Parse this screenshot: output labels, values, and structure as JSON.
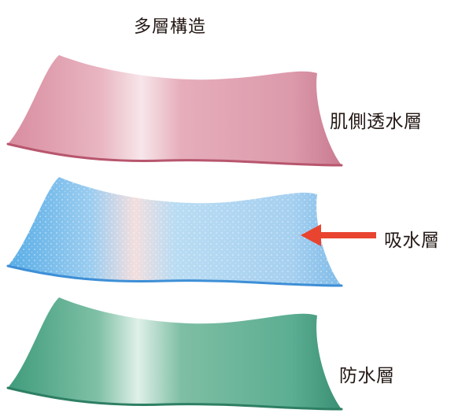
{
  "title": "多層構造",
  "layers": [
    {
      "label": "肌側透水層",
      "color": "#e0a5b2"
    },
    {
      "label": "吸水層",
      "color": "#8cc6ee"
    },
    {
      "label": "防水層",
      "color": "#5cae92"
    }
  ],
  "arrow": {
    "color": "#e8442f",
    "points_to": "吸水層"
  }
}
